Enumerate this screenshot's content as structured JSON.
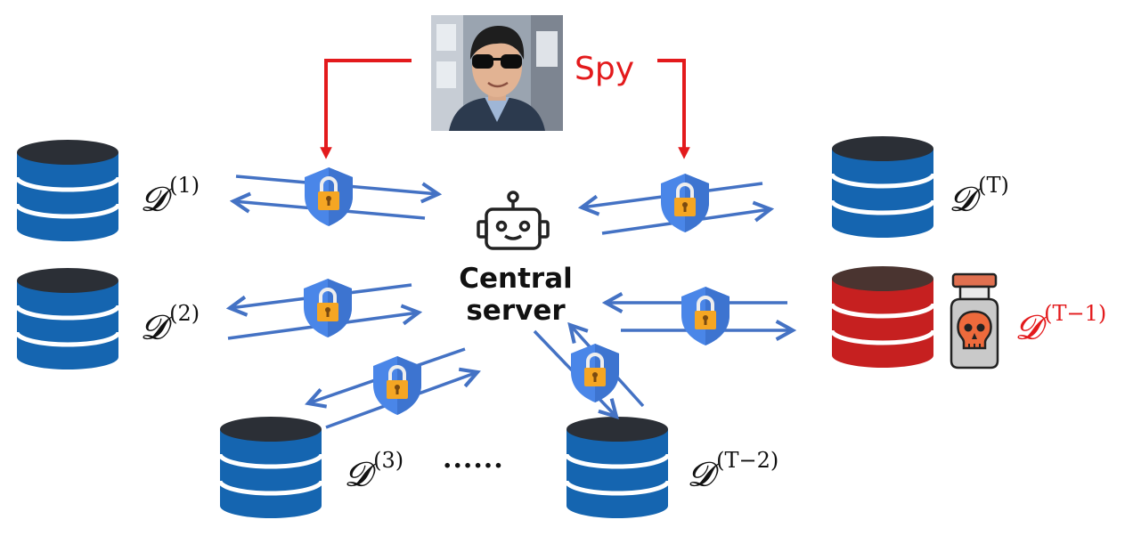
{
  "spy": {
    "label": "Spy",
    "color": "#e31a1c"
  },
  "server": {
    "line1": "Central",
    "line2": "server",
    "icon": "robot-icon"
  },
  "clients": [
    {
      "name": "D(1)",
      "base": "𝓓",
      "superscript": "(1)",
      "poisoned": false
    },
    {
      "name": "D(2)",
      "base": "𝓓",
      "superscript": "(2)",
      "poisoned": false
    },
    {
      "name": "D(3)",
      "base": "𝓓",
      "superscript": "(3)",
      "poisoned": false
    },
    {
      "name": "D(T-2)",
      "base": "𝓓",
      "superscript": "(T−2)",
      "poisoned": false
    },
    {
      "name": "D(T-1)",
      "base": "𝓓",
      "superscript": "(T−1)",
      "poisoned": true
    },
    {
      "name": "D(T)",
      "base": "𝓓",
      "superscript": "(T)",
      "poisoned": false
    }
  ],
  "ellipsis": "......",
  "icons": {
    "database": "database-icon",
    "lock": "lock-shield-icon",
    "poison": "poison-bottle-icon",
    "spy_photo": "spy-photo"
  },
  "colors": {
    "database_blue": "#1565b0",
    "database_red": "#c62020",
    "database_top": "#2b2f36",
    "arrow_blue": "#4472c4",
    "shield_blue": "#4a86e8",
    "lock_orange": "#f5a623",
    "spy_red": "#e31a1c"
  }
}
